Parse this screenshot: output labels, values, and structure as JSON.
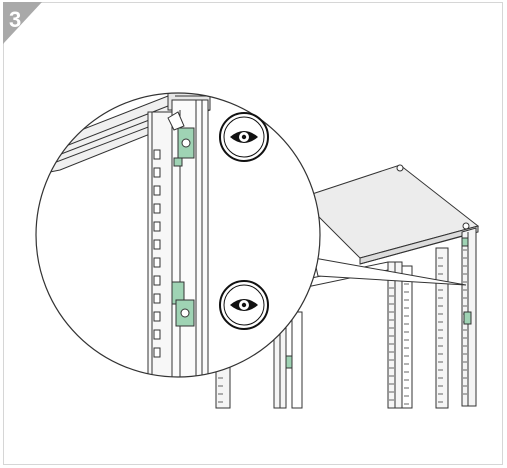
{
  "step": {
    "number": "3",
    "badge_color": "#a9a9a9"
  },
  "icons": [
    {
      "name": "eye-icon",
      "role": "visual-check"
    },
    {
      "name": "eye-icon",
      "role": "visual-check"
    }
  ],
  "colors": {
    "line": "#333333",
    "bracket": "#9fd3b4",
    "cabinet_top": "#ececec",
    "rail": "#d9d9d9"
  }
}
